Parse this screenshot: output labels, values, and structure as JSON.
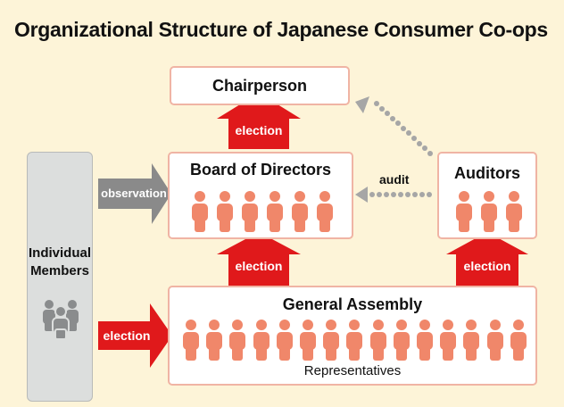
{
  "title": "Organizational Structure of Japanese Consumer Co-ops",
  "nodes": {
    "chairperson": "Chairperson",
    "board": "Board of Directors",
    "auditors": "Auditors",
    "general_assembly": "General Assembly",
    "representatives": "Representatives",
    "members_line1": "Individual",
    "members_line2": "Members"
  },
  "edges": {
    "board_to_chair": "election",
    "assembly_to_board": "election",
    "assembly_to_auditors": "election",
    "members_to_assembly": "election",
    "members_to_board": "observation",
    "auditors_to_board": "audit"
  },
  "colors": {
    "background": "#fdf4d8",
    "person": "#f0876a",
    "arrow_red": "#e0191b",
    "arrow_gray": "#8a8a8a",
    "dots": "#a6a6a6",
    "group_icon": "#8a8c8d"
  },
  "icons": {
    "person": "person-icon",
    "group": "group-icon"
  },
  "counts": {
    "board_people": 6,
    "auditor_people": 3,
    "assembly_people": 15
  }
}
